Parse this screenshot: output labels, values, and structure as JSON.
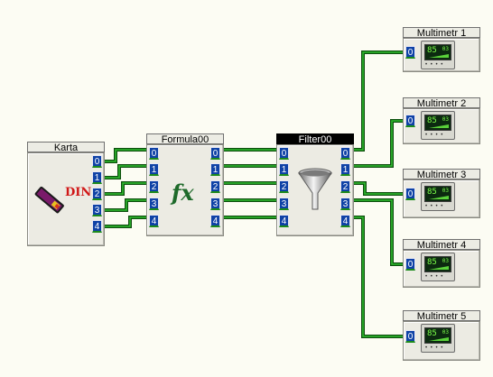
{
  "blocks": {
    "karta": {
      "title": "Karta",
      "icon_label": "DIN",
      "ports": [
        "0",
        "1",
        "2",
        "3",
        "4"
      ]
    },
    "formula": {
      "title": "Formula00",
      "icon_label": "fx",
      "in_ports": [
        "0",
        "1",
        "2",
        "3",
        "4"
      ],
      "out_ports": [
        "0",
        "1",
        "2",
        "3",
        "4"
      ]
    },
    "filter": {
      "title": "Filter00",
      "in_ports": [
        "0",
        "1",
        "2",
        "3",
        "4"
      ],
      "out_ports": [
        "0",
        "1",
        "2",
        "3",
        "4"
      ]
    },
    "multimeters": [
      {
        "title": "Multimetr 1",
        "port": "0",
        "display": "85",
        "display_sub": "03"
      },
      {
        "title": "Multimetr 2",
        "port": "0",
        "display": "85",
        "display_sub": "03"
      },
      {
        "title": "Multimetr 3",
        "port": "0",
        "display": "85",
        "display_sub": "03"
      },
      {
        "title": "Multimetr 4",
        "port": "0",
        "display": "85",
        "display_sub": "03"
      },
      {
        "title": "Multimetr 5",
        "port": "0",
        "display": "85",
        "display_sub": "03"
      }
    ]
  },
  "colors": {
    "background": "#fcfcf3",
    "port": "#0f42a6",
    "wire_outer": "#0d4d0d",
    "wire_inner": "#2fbf2f",
    "selected_title": "#000000"
  },
  "icons": {
    "karta": "data-acquisition-card-icon",
    "formula": "formula-fx-icon",
    "filter": "funnel-filter-icon",
    "multimeter": "multimeter-display-icon"
  }
}
